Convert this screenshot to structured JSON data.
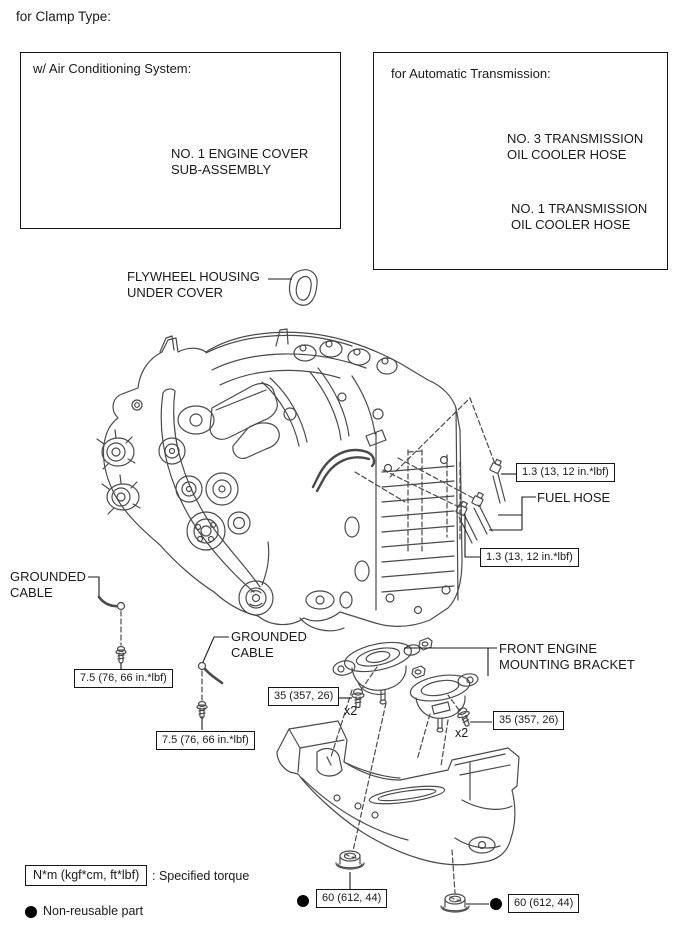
{
  "heading": "for Clamp Type:",
  "panel_ac": {
    "title": "w/ Air Conditioning System:",
    "part_label": "NO. 1 ENGINE COVER SUB-ASSEMBLY"
  },
  "panel_at": {
    "title": "for Automatic Transmission:",
    "hose3_label": "NO. 3 TRANSMISSION OIL COOLER HOSE",
    "hose1_label": "NO. 1 TRANSMISSION OIL COOLER HOSE"
  },
  "labels": {
    "flywheel_cover": "FLYWHEEL HOUSING UNDER COVER",
    "fuel_hose": "FUEL HOSE",
    "grounded_cable_left": "GROUNDED CABLE",
    "grounded_cable_mid": "GROUNDED CABLE",
    "front_engine_mounting_bracket": "FRONT ENGINE MOUNTING BRACKET",
    "x2_left": "x2",
    "x2_right": "x2"
  },
  "torque_values": {
    "fuel_hose_upper": "1.3 (13, 12 in.*lbf)",
    "fuel_hose_lower": "1.3 (13, 12 in.*lbf)",
    "grounded_cable_left": "7.5 (76, 66 in.*lbf)",
    "grounded_cable_mid": "7.5 (76, 66 in.*lbf)",
    "mount_bolt_left": "35 (357, 26)",
    "mount_bolt_right": "35 (357, 26)",
    "member_nut_left": "60 (612, 44)",
    "member_nut_right": "60 (612, 44)"
  },
  "legend": {
    "torque_unit": "N*m (kgf*cm, ft*lbf)",
    "torque_caption": ": Specified torque",
    "non_reusable": "Non-reusable part"
  }
}
